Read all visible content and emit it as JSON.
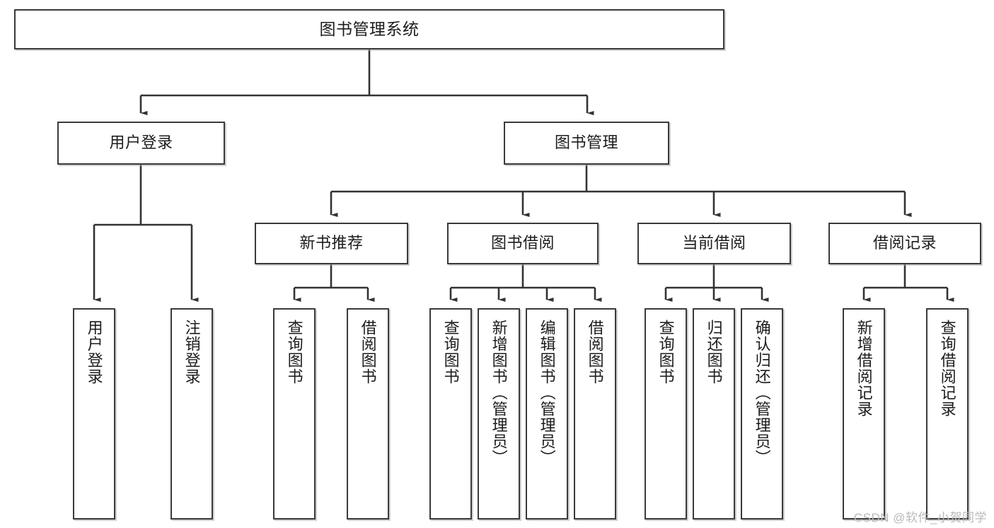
{
  "diagram": {
    "type": "tree-hierarchy",
    "title": "图书管理系统",
    "watermark": "CSDN @软件_小贺同学",
    "colors": {
      "border": "#3a3a3a",
      "background": "#ffffff",
      "text": "#1c1c1c",
      "connector": "#333333",
      "watermark": "#b9b9b9"
    },
    "nodes": {
      "root": {
        "label": "图书管理系统",
        "level": 0
      },
      "level1": [
        {
          "id": "user-login",
          "label": "用户登录"
        },
        {
          "id": "book-management",
          "label": "图书管理"
        }
      ],
      "level2": [
        {
          "id": "new-book-recommend",
          "label": "新书推荐",
          "parent": "book-management"
        },
        {
          "id": "book-borrow",
          "label": "图书借阅",
          "parent": "book-management"
        },
        {
          "id": "current-borrow",
          "label": "当前借阅",
          "parent": "book-management"
        },
        {
          "id": "borrow-record",
          "label": "借阅记录",
          "parent": "book-management"
        }
      ],
      "leaves": {
        "user-login": [
          {
            "id": "leaf-user-login",
            "label": "用户登录"
          },
          {
            "id": "leaf-user-logout",
            "label": "注销登录"
          }
        ],
        "new-book-recommend": [
          {
            "id": "leaf-query-book-1",
            "label": "查询图书"
          },
          {
            "id": "leaf-borrow-book-1",
            "label": "借阅图书"
          }
        ],
        "book-borrow": [
          {
            "id": "leaf-query-book-2",
            "label": "查询图书"
          },
          {
            "id": "leaf-add-book",
            "label": "新增图书（管理员）"
          },
          {
            "id": "leaf-edit-book",
            "label": "编辑图书（管理员）"
          },
          {
            "id": "leaf-borrow-book-2",
            "label": "借阅图书"
          }
        ],
        "current-borrow": [
          {
            "id": "leaf-query-book-3",
            "label": "查询图书"
          },
          {
            "id": "leaf-return-book",
            "label": "归还图书"
          },
          {
            "id": "leaf-confirm-return",
            "label": "确认归还（管理员）"
          }
        ],
        "borrow-record": [
          {
            "id": "leaf-add-record",
            "label": "新增借阅记录"
          },
          {
            "id": "leaf-query-record",
            "label": "查询借阅记录"
          }
        ]
      }
    }
  }
}
